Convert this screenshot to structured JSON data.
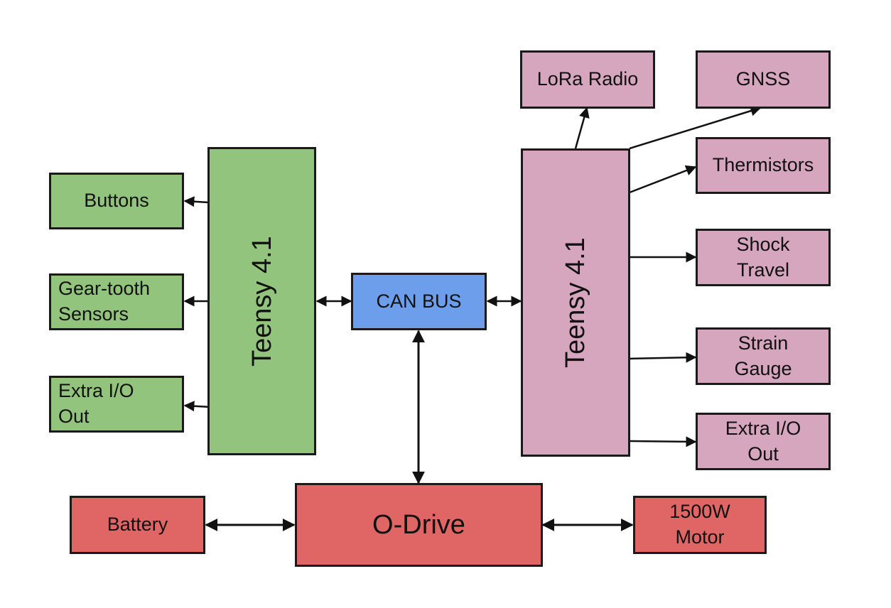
{
  "diagram": {
    "colors": {
      "driver_board": "#93c47d",
      "sensor_board": "#d5a6bd",
      "bus": "#6d9eeb",
      "power": "#e06666",
      "stroke": "#1a1a1a"
    },
    "nodes": {
      "teensy_left": "Teensy 4.1",
      "buttons": "Buttons",
      "gear_tooth": "Gear-tooth\nSensors",
      "extra_io_left": "Extra I/O\nOut",
      "can_bus": "CAN BUS",
      "teensy_right": "Teensy 4.1",
      "lora": "LoRa Radio",
      "gnss": "GNSS",
      "thermistors": "Thermistors",
      "shock": "Shock\nTravel",
      "strain": "Strain\nGauge",
      "extra_io_right": "Extra I/O\nOut",
      "odrive": "O-Drive",
      "battery": "Battery",
      "motor": "1500W\nMotor"
    },
    "edges": [
      {
        "from": "teensy_left",
        "to": "buttons",
        "direction": "one-way"
      },
      {
        "from": "teensy_left",
        "to": "gear_tooth",
        "direction": "one-way"
      },
      {
        "from": "teensy_left",
        "to": "extra_io_left",
        "direction": "one-way"
      },
      {
        "from": "teensy_left",
        "to": "can_bus",
        "direction": "two-way"
      },
      {
        "from": "can_bus",
        "to": "teensy_right",
        "direction": "two-way"
      },
      {
        "from": "can_bus",
        "to": "odrive",
        "direction": "two-way"
      },
      {
        "from": "teensy_right",
        "to": "lora",
        "direction": "one-way"
      },
      {
        "from": "teensy_right",
        "to": "gnss",
        "direction": "one-way"
      },
      {
        "from": "teensy_right",
        "to": "thermistors",
        "direction": "one-way"
      },
      {
        "from": "teensy_right",
        "to": "shock",
        "direction": "one-way"
      },
      {
        "from": "teensy_right",
        "to": "strain",
        "direction": "one-way"
      },
      {
        "from": "teensy_right",
        "to": "extra_io_right",
        "direction": "one-way"
      },
      {
        "from": "battery",
        "to": "odrive",
        "direction": "two-way"
      },
      {
        "from": "odrive",
        "to": "motor",
        "direction": "two-way"
      }
    ]
  }
}
